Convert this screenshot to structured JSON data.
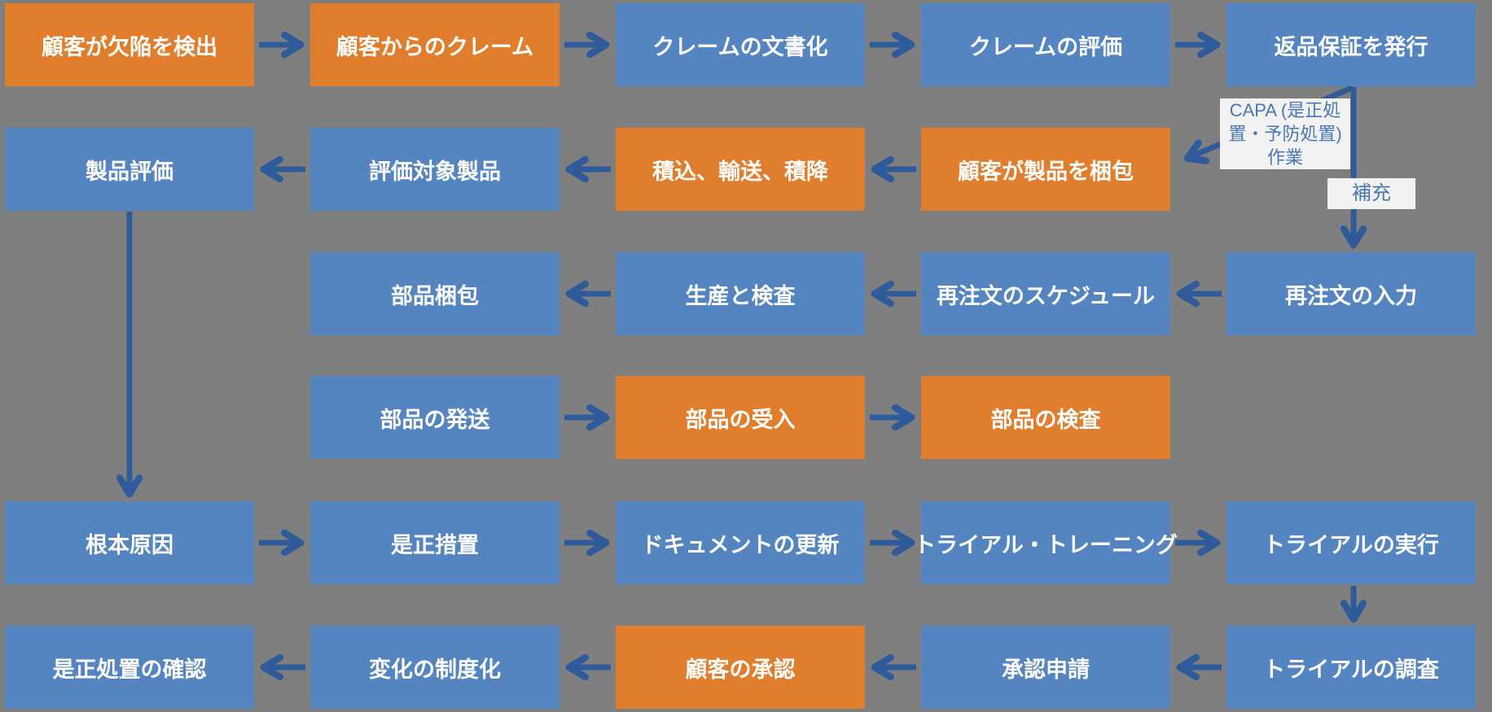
{
  "colors": {
    "background": "#7F7F7F",
    "process_blue": "#5585C1",
    "highlight_orange": "#E07E2E",
    "arrow_blue": "#2F5B9B",
    "annotation_text": "#4A78B4",
    "annotation_bg": "#F2F2F2",
    "node_text": "#FFFFFF"
  },
  "nodes": {
    "r1c1": {
      "label": "顧客が欠陥を検出",
      "fill": "orange"
    },
    "r1c2": {
      "label": "顧客からのクレーム",
      "fill": "orange"
    },
    "r1c3": {
      "label": "クレームの文書化",
      "fill": "blue"
    },
    "r1c4": {
      "label": "クレームの評価",
      "fill": "blue"
    },
    "r1c5": {
      "label": "返品保証を発行",
      "fill": "blue"
    },
    "r2c1": {
      "label": "製品評価",
      "fill": "blue"
    },
    "r2c2": {
      "label": "評価対象製品",
      "fill": "blue"
    },
    "r2c3": {
      "label": "積込、輸送、積降",
      "fill": "orange"
    },
    "r2c4": {
      "label": "顧客が製品を梱包",
      "fill": "orange"
    },
    "r3c2": {
      "label": "部品梱包",
      "fill": "blue"
    },
    "r3c3": {
      "label": "生産と検査",
      "fill": "blue"
    },
    "r3c4": {
      "label": "再注文のスケジュール",
      "fill": "blue"
    },
    "r3c5": {
      "label": "再注文の入力",
      "fill": "blue"
    },
    "r4c2": {
      "label": "部品の発送",
      "fill": "blue"
    },
    "r4c3": {
      "label": "部品の受入",
      "fill": "orange"
    },
    "r4c4": {
      "label": "部品の検査",
      "fill": "orange"
    },
    "r5c1": {
      "label": "根本原因",
      "fill": "blue"
    },
    "r5c2": {
      "label": "是正措置",
      "fill": "blue"
    },
    "r5c3": {
      "label": "ドキュメントの更新",
      "fill": "blue"
    },
    "r5c4": {
      "label": "トライアル・トレーニング",
      "fill": "blue"
    },
    "r5c5": {
      "label": "トライアルの実行",
      "fill": "blue"
    },
    "r6c1": {
      "label": "是正処置の確認",
      "fill": "blue"
    },
    "r6c2": {
      "label": "変化の制度化",
      "fill": "blue"
    },
    "r6c3": {
      "label": "顧客の承認",
      "fill": "orange"
    },
    "r6c4": {
      "label": "承認申請",
      "fill": "blue"
    },
    "r6c5": {
      "label": "トライアルの調査",
      "fill": "blue"
    }
  },
  "edges": {
    "horizontal": [
      {
        "from": "r1c1",
        "to": "r1c2"
      },
      {
        "from": "r1c2",
        "to": "r1c3"
      },
      {
        "from": "r1c3",
        "to": "r1c4"
      },
      {
        "from": "r1c4",
        "to": "r1c5"
      },
      {
        "from": "r2c4",
        "to": "r2c3"
      },
      {
        "from": "r2c3",
        "to": "r2c2"
      },
      {
        "from": "r2c2",
        "to": "r2c1"
      },
      {
        "from": "r3c5",
        "to": "r3c4"
      },
      {
        "from": "r3c4",
        "to": "r3c3"
      },
      {
        "from": "r3c3",
        "to": "r3c2"
      },
      {
        "from": "r4c2",
        "to": "r4c3"
      },
      {
        "from": "r4c3",
        "to": "r4c4"
      },
      {
        "from": "r5c1",
        "to": "r5c2"
      },
      {
        "from": "r5c2",
        "to": "r5c3"
      },
      {
        "from": "r5c3",
        "to": "r5c4"
      },
      {
        "from": "r5c4",
        "to": "r5c5"
      },
      {
        "from": "r6c5",
        "to": "r6c4"
      },
      {
        "from": "r6c4",
        "to": "r6c3"
      },
      {
        "from": "r6c3",
        "to": "r6c2"
      },
      {
        "from": "r6c2",
        "to": "r6c1"
      }
    ],
    "capa": {
      "from": "r1c5",
      "to": "r2c4",
      "label": "CAPA (是正処置・予防処置) 作業"
    },
    "replenish": {
      "from": "r1c5",
      "to": "r3c5",
      "label": "補充"
    },
    "root_cause_link": {
      "from": "r2c1",
      "to": "r5c1"
    },
    "trial_link": {
      "from": "r5c5",
      "to": "r6c5"
    }
  }
}
